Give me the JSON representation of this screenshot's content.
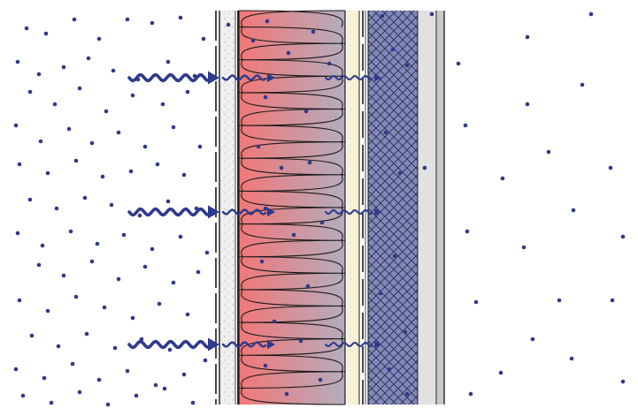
{
  "title": "",
  "colors": {
    "background": "#ffffff",
    "vapour_dot": "#2e3a8c",
    "arrow": "#2e3a8c",
    "insulation_warm": "#f27777",
    "insulation_cool": "#b4adbe",
    "plaster_light": "#eeeeee",
    "plaster_stipple": "#9a9a9a",
    "membrane_cream": "#f8f2d4",
    "board_hatch_fill": "#7f89bf",
    "board_hatch_line": "#2a2a40",
    "cladding_gray": "#e2e2e2",
    "line": "#1a1a1a"
  },
  "icons": {
    "heat_flow": "wavy-arrow-icon",
    "vapour_particle": "dot-icon"
  },
  "diagram": {
    "description_visible_text": "",
    "layers": [
      {
        "name": "interior-finish-layer"
      },
      {
        "name": "vapour-control-membrane"
      },
      {
        "name": "fibrous-insulation-layer"
      },
      {
        "name": "breather-membrane"
      },
      {
        "name": "cross-hatched-sheathing-board"
      },
      {
        "name": "external-cladding-layer"
      }
    ],
    "heat_flow_arrows": 3,
    "insulation_lobe_count": 12
  }
}
